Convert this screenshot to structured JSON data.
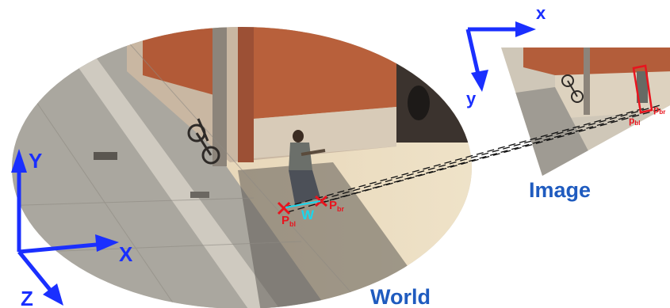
{
  "world_axes": {
    "y_label": "Y",
    "x_label": "X",
    "z_label": "Z",
    "color": "#1a2fff"
  },
  "image_axes": {
    "x_label": "x",
    "y_label": "y",
    "color": "#1a2fff"
  },
  "captions": {
    "world": "World",
    "image": "Image",
    "color": "#1f5bbf"
  },
  "world_points": {
    "p_bl": {
      "main": "P",
      "sub": "bl"
    },
    "p_br": {
      "main": "P",
      "sub": "br"
    },
    "w_label": "W",
    "point_color": "#e8141e",
    "w_color": "#19d7ee"
  },
  "image_points": {
    "p_bl": {
      "main": "p",
      "sub": "bl"
    },
    "p_br": {
      "main": "p",
      "sub": "br"
    },
    "box_color": "#e8141e"
  }
}
